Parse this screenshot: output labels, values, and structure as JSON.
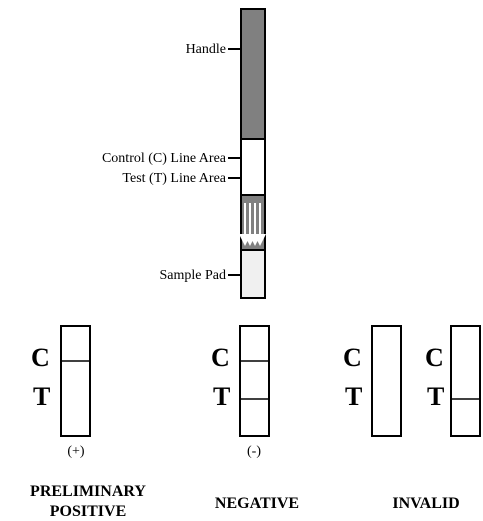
{
  "strip_labels": {
    "handle": "Handle",
    "control_line_area": "Control (C) Line Area",
    "test_line_area": "Test (T) Line Area",
    "sample_pad": "Sample Pad"
  },
  "results": [
    {
      "c": "C",
      "t": "T",
      "sign": "(+)",
      "name_line1": "PRELIMINARY",
      "name_line2": "POSITIVE"
    },
    {
      "c": "C",
      "t": "T",
      "sign": "(-)",
      "name_line1": "NEGATIVE",
      "name_line2": ""
    },
    {
      "c": "C",
      "t": "T",
      "sign": "",
      "name_line1": "INVALID",
      "name_line2": ""
    },
    {
      "c": "C",
      "t": "T",
      "sign": "",
      "name_line1": "",
      "name_line2": ""
    }
  ],
  "colors": {
    "handle": "#808080",
    "sample_pad": "#f0f0f0",
    "flow_zone": "#808080",
    "stroke": "#000000"
  }
}
